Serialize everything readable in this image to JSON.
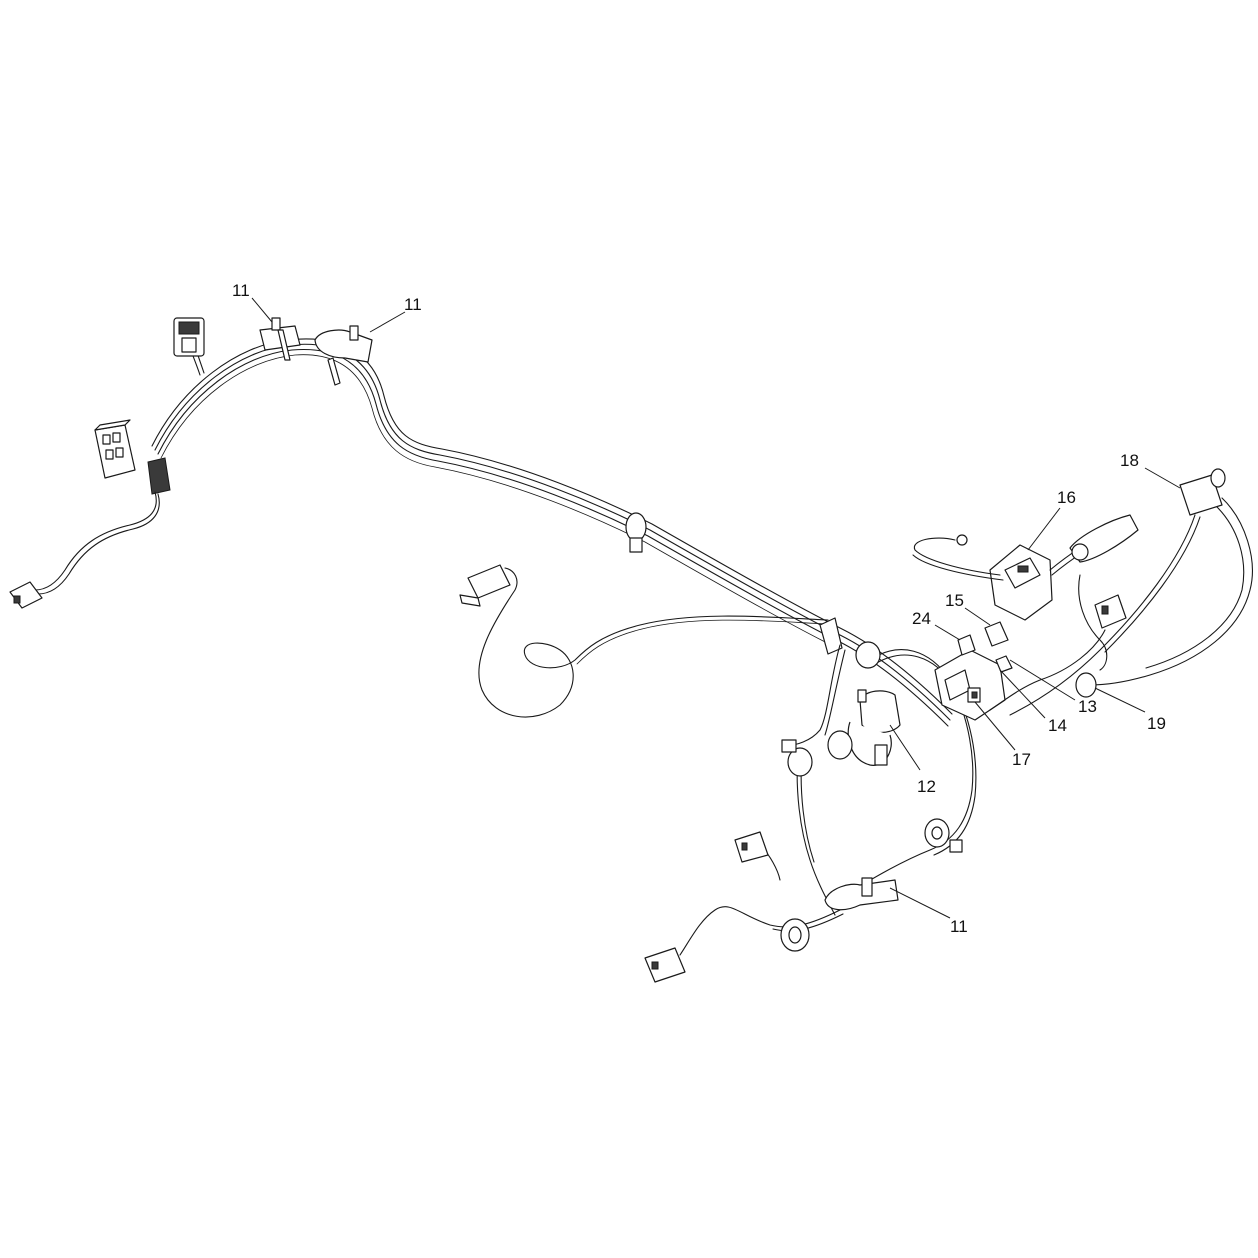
{
  "diagram": {
    "callouts": [
      {
        "id": "c-11a",
        "label": "11"
      },
      {
        "id": "c-11b",
        "label": "11"
      },
      {
        "id": "c-11c",
        "label": "11"
      },
      {
        "id": "c-12",
        "label": "12"
      },
      {
        "id": "c-13",
        "label": "13"
      },
      {
        "id": "c-14",
        "label": "14"
      },
      {
        "id": "c-15",
        "label": "15"
      },
      {
        "id": "c-16",
        "label": "16"
      },
      {
        "id": "c-17",
        "label": "17"
      },
      {
        "id": "c-18",
        "label": "18"
      },
      {
        "id": "c-19",
        "label": "19"
      },
      {
        "id": "c-24",
        "label": "24"
      }
    ]
  }
}
